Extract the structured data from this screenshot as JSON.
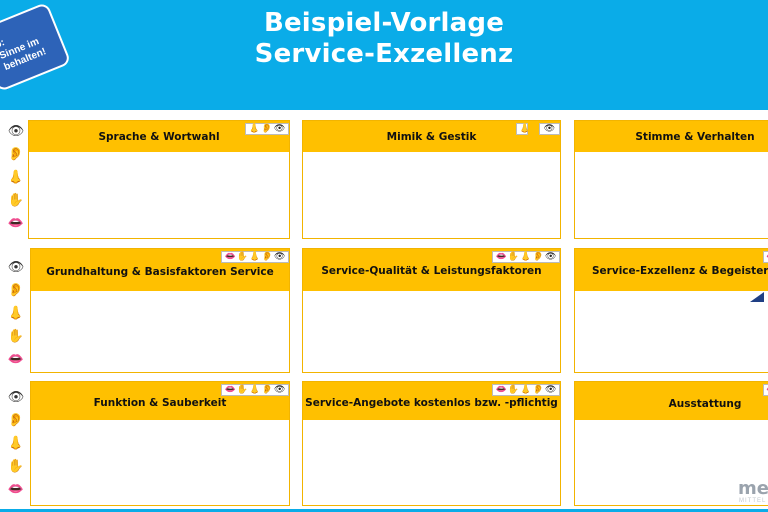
{
  "header": {
    "title_line1": "Beispiel-Vorlage",
    "title_line2": "Service-Exzellenz",
    "background": "#0aace8"
  },
  "tip": {
    "line1": "p:",
    "line2": "Sinne im",
    "line3": "behalten!"
  },
  "senses": [
    {
      "icon": "eye-icon",
      "glyph": "👁"
    },
    {
      "icon": "ear-icon",
      "glyph": "👂"
    },
    {
      "icon": "nose-icon",
      "glyph": "👃"
    },
    {
      "icon": "hand-icon",
      "glyph": "✋"
    },
    {
      "icon": "mouth-icon",
      "glyph": "👄"
    }
  ],
  "cards": [
    {
      "title": "Sprache & Wortwahl"
    },
    {
      "title": "Mimik & Gestik"
    },
    {
      "title": "Stimme & Verhalten"
    },
    {
      "title": "Grundhaltung & Basisfaktoren Service"
    },
    {
      "title": "Service-Qualität & Leistungsfaktoren"
    },
    {
      "title": "Service-Exzellenz & Begeisterungs"
    },
    {
      "title": "Funktion & Sauberkeit"
    },
    {
      "title": "Service-Angebote kostenlos bzw. -pflichtig"
    },
    {
      "title": "Ausstattung"
    }
  ],
  "logo": {
    "text": "me",
    "sub": "MITTEL"
  },
  "colors": {
    "card_header": "#ffc000",
    "card_border": "#f2b400",
    "tip_bubble": "#2d63b8"
  }
}
